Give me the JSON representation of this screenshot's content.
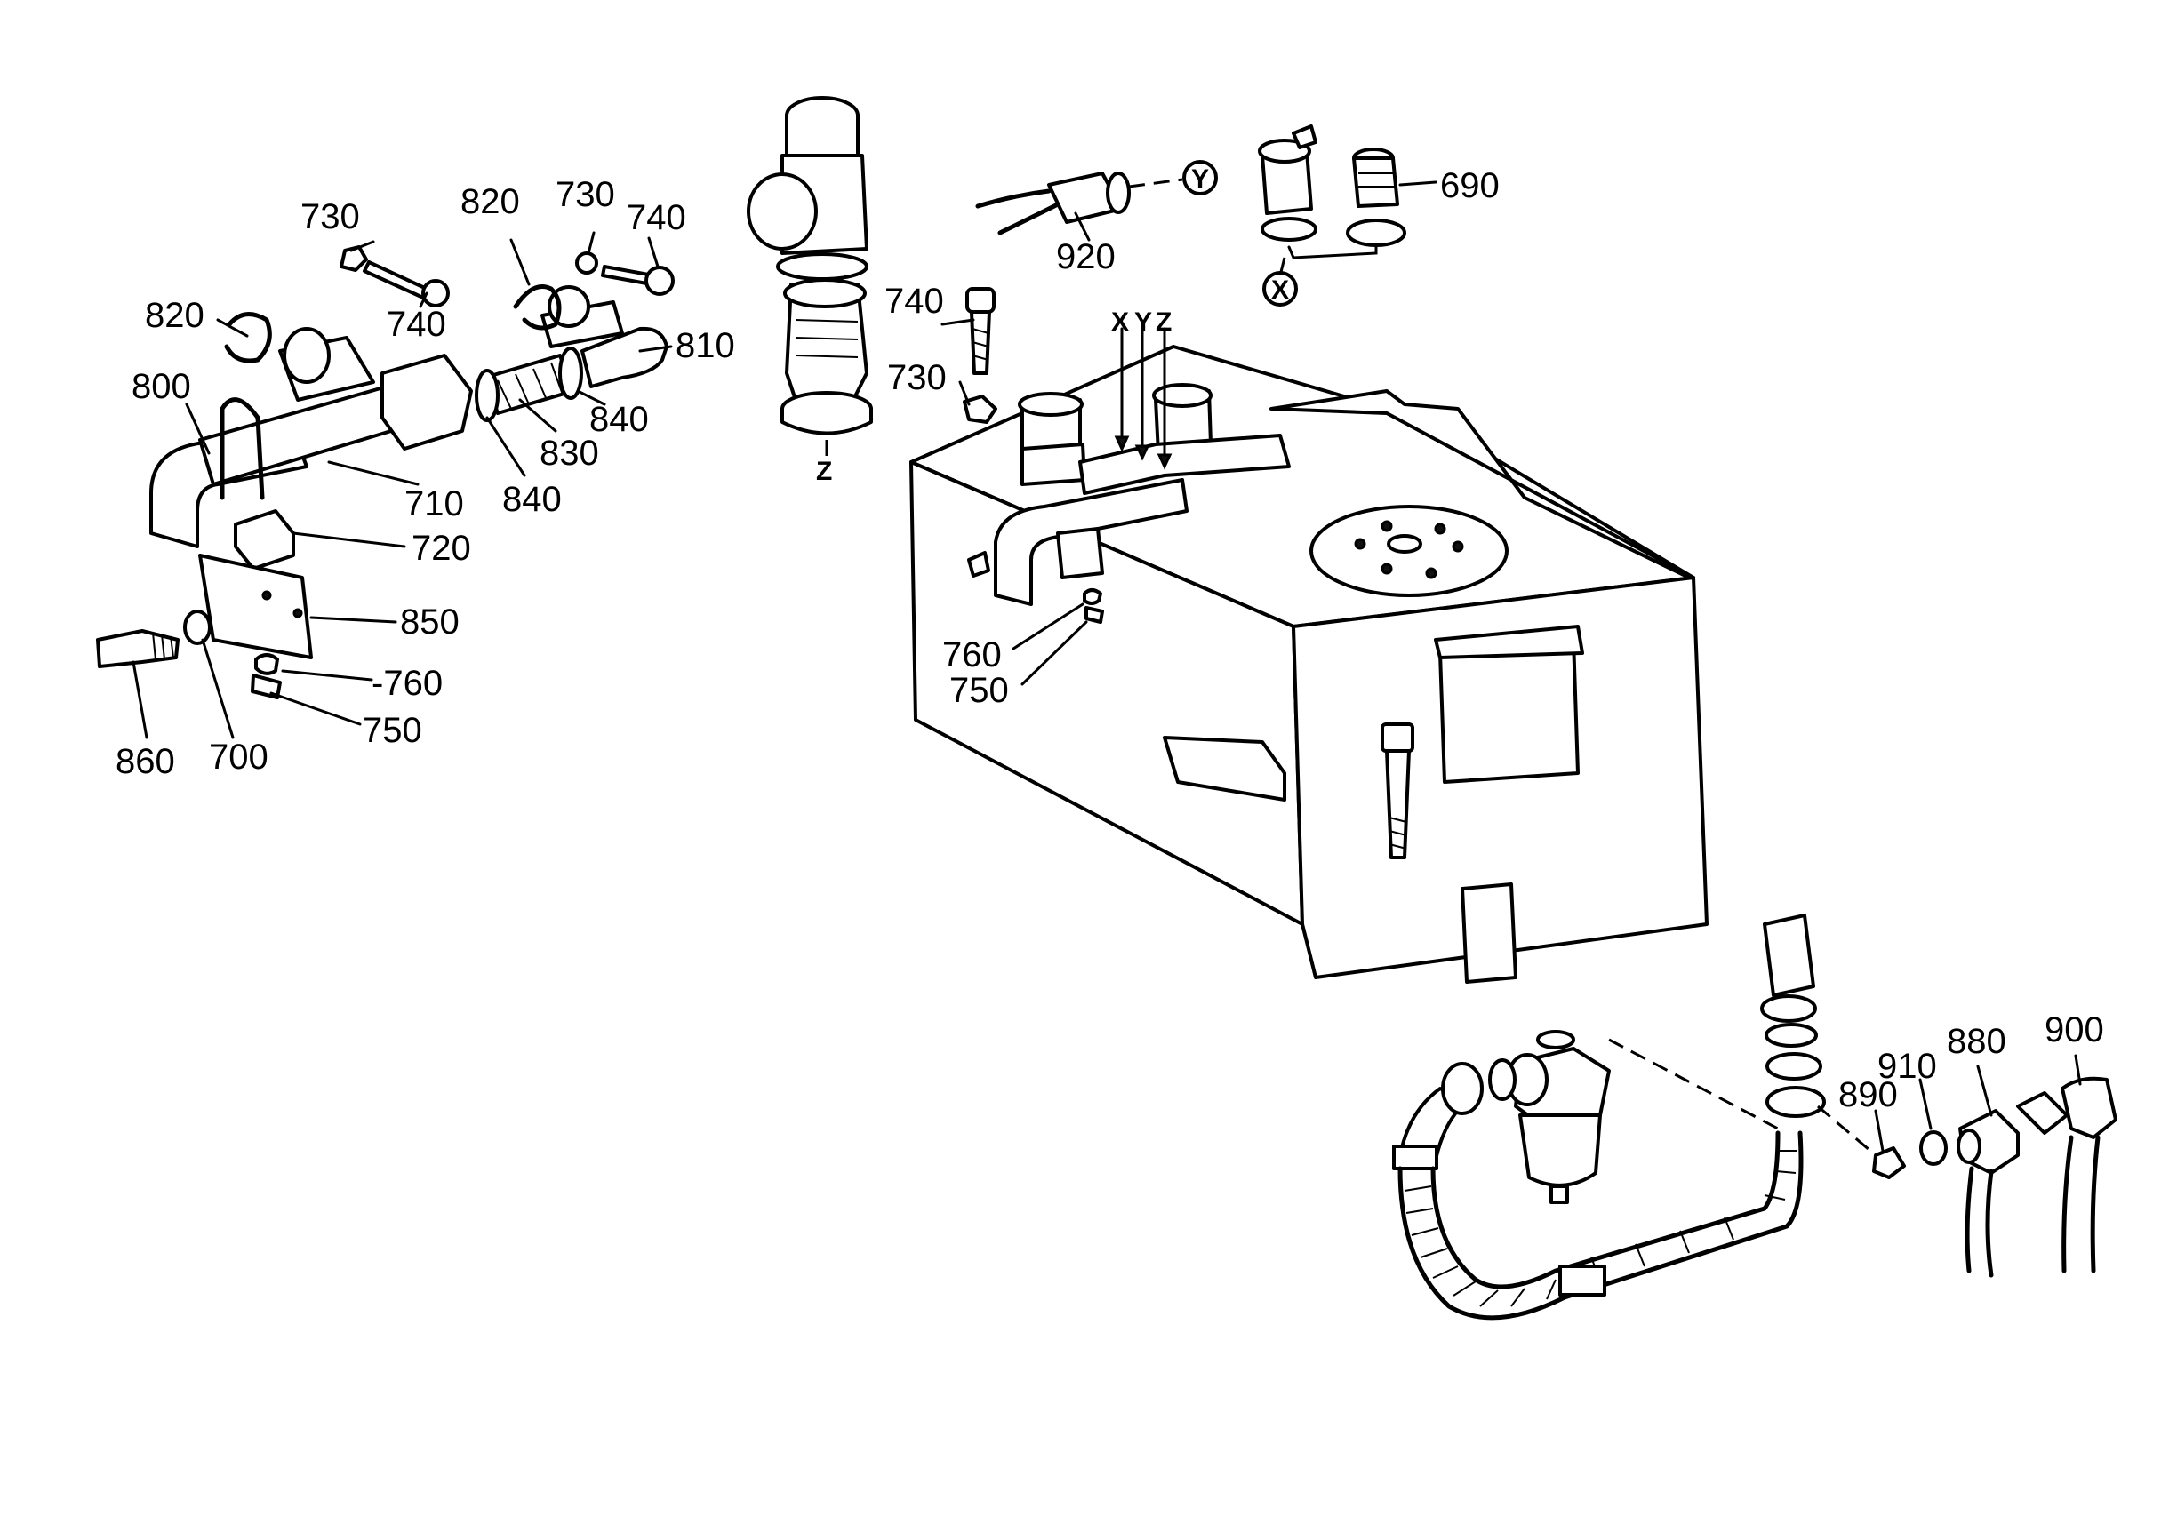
{
  "diagram": {
    "part_labels": {
      "l690": "690",
      "l920": "920",
      "l730_a": "730",
      "l730_b": "730",
      "l730_c": "730",
      "l740_a": "740",
      "l740_b": "740",
      "l740_c": "740",
      "l820_a": "820",
      "l820_b": "820",
      "l800": "800",
      "l810": "810",
      "l840_a": "840",
      "l840_b": "840",
      "l830": "830",
      "l710": "710",
      "l720": "720",
      "l850": "850",
      "l760_a": "-760",
      "l760_b": "760",
      "l750_a": "750",
      "l750_b": "750",
      "l860": "860",
      "l700": "700",
      "l880": "880",
      "l890": "890",
      "l900": "900",
      "l910": "910"
    },
    "reference_letters": {
      "x_marker": "X",
      "y_marker": "Y",
      "z_marker": "Z",
      "x_top": "X",
      "y_top": "Y",
      "z_top": "Z"
    }
  }
}
